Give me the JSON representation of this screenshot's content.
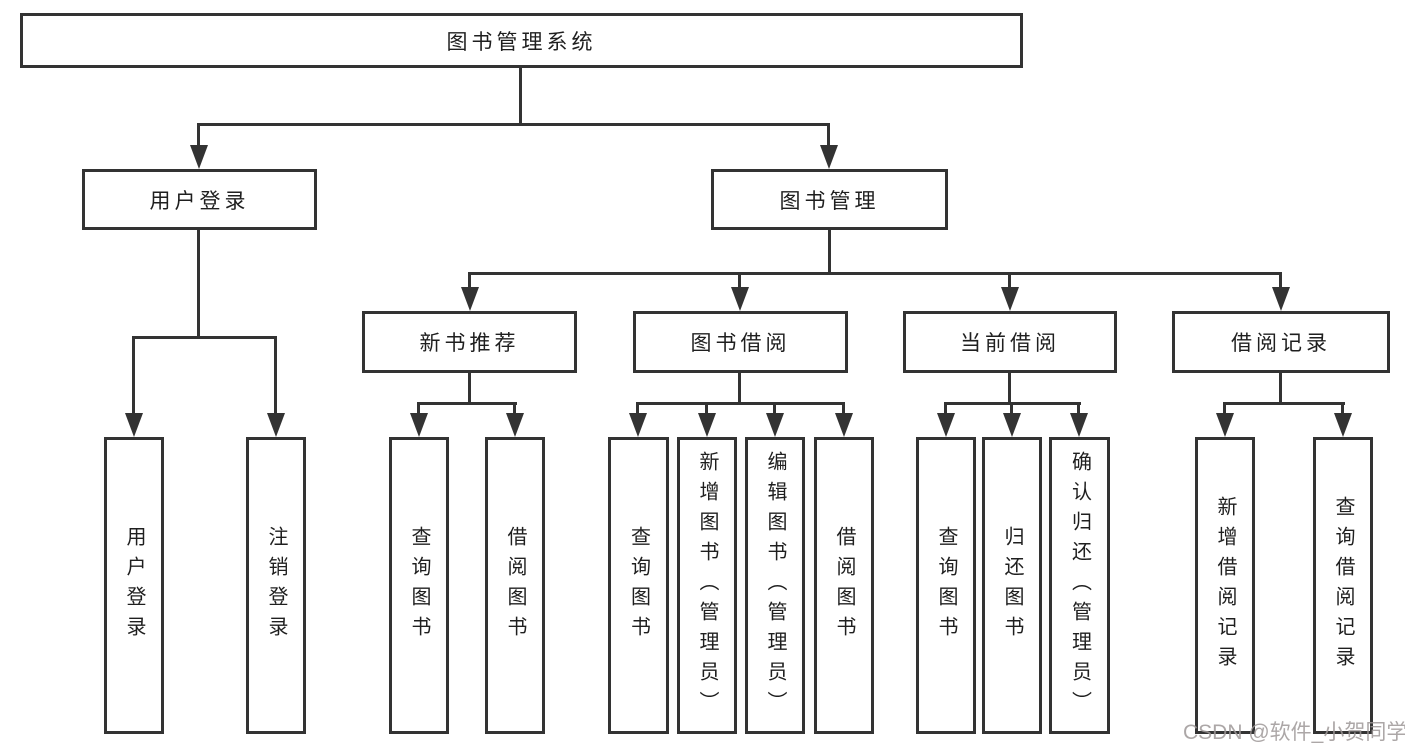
{
  "root": {
    "label": "图书管理系统"
  },
  "level2": [
    {
      "id": "user-login",
      "label": "用户登录"
    },
    {
      "id": "book-management",
      "label": "图书管理"
    }
  ],
  "level3": [
    {
      "id": "new-book-recommend",
      "label": "新书推荐",
      "parent": "book-management"
    },
    {
      "id": "book-borrowing",
      "label": "图书借阅",
      "parent": "book-management"
    },
    {
      "id": "current-borrowing",
      "label": "当前借阅",
      "parent": "book-management"
    },
    {
      "id": "borrowing-records",
      "label": "借阅记录",
      "parent": "book-management"
    }
  ],
  "leaves": [
    {
      "group": "user-login",
      "label": "用户登录"
    },
    {
      "group": "user-login",
      "label": "注销登录"
    },
    {
      "group": "new-book-recommend",
      "label": "查询图书"
    },
    {
      "group": "new-book-recommend",
      "label": "借阅图书"
    },
    {
      "group": "book-borrowing",
      "label": "查询图书"
    },
    {
      "group": "book-borrowing",
      "label": "新增图书（管理员）"
    },
    {
      "group": "book-borrowing",
      "label": "编辑图书（管理员）"
    },
    {
      "group": "book-borrowing",
      "label": "借阅图书"
    },
    {
      "group": "current-borrowing",
      "label": "查询图书"
    },
    {
      "group": "current-borrowing",
      "label": "归还图书"
    },
    {
      "group": "current-borrowing",
      "label": "确认归还（管理员）"
    },
    {
      "group": "borrowing-records",
      "label": "新增借阅记录"
    },
    {
      "group": "borrowing-records",
      "label": "查询借阅记录"
    }
  ],
  "watermark": "CSDN @软件_小贺同学",
  "colors": {
    "line": "#333333",
    "text": "#1f1f1f",
    "background": "#ffffff",
    "watermark": "#9e9898"
  }
}
